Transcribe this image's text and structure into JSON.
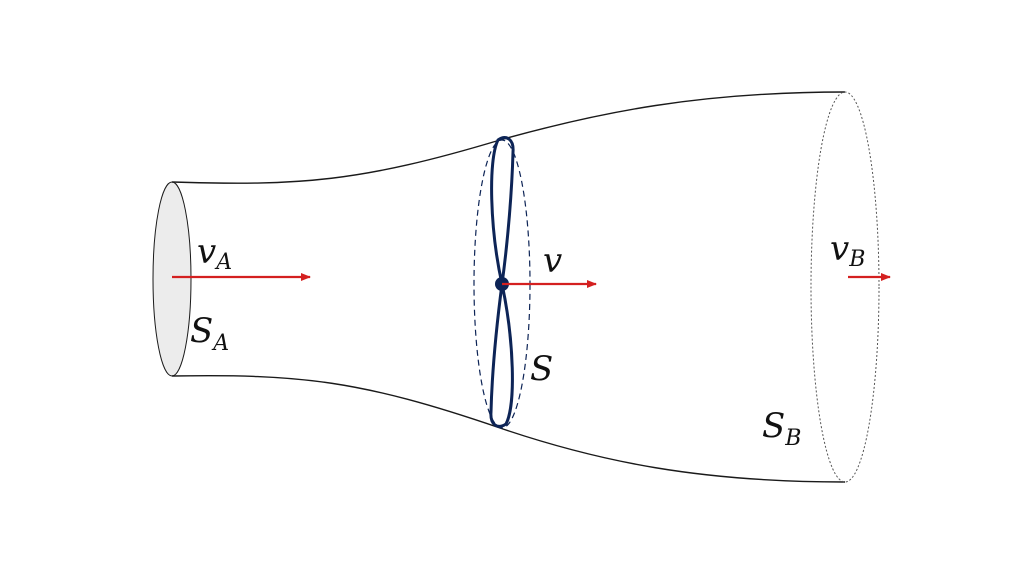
{
  "labels": {
    "inlet_velocity": {
      "main": "v",
      "sub": "A"
    },
    "inlet_area": {
      "main": "S",
      "sub": "A"
    },
    "rotor_velocity": {
      "main": "v"
    },
    "rotor_area": {
      "main": "S"
    },
    "outlet_velocity": {
      "main": "v",
      "sub": "B"
    },
    "outlet_area": {
      "main": "S",
      "sub": "B"
    }
  },
  "colors": {
    "outline": "#1a1a1a",
    "rotor": "#0d2456",
    "arrow": "#d42020",
    "inlet_fill": "#ececec"
  }
}
